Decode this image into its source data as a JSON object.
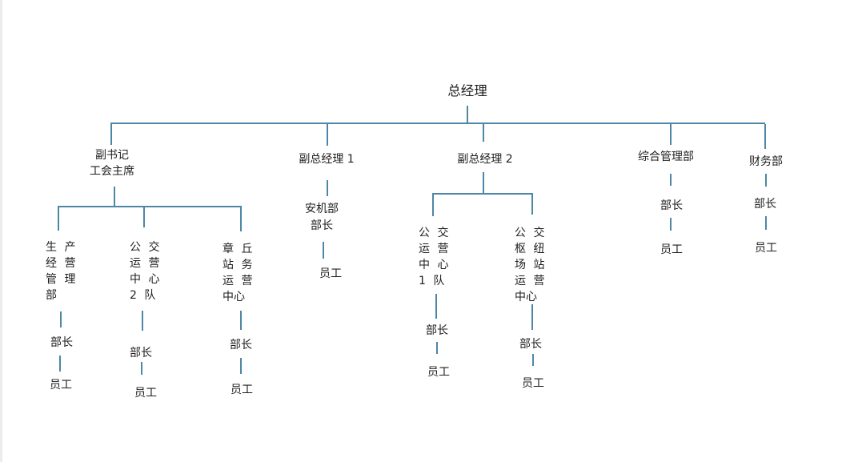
{
  "colors": {
    "connector": "#4e86a6",
    "text": "#1f1f1f",
    "background": "#ffffff"
  },
  "org": {
    "root": {
      "label": "总经理"
    },
    "branch1": {
      "head": "副书记\n工会主席",
      "children": [
        {
          "dept": "生 产\n经 营\n管 理\n部",
          "manager": "部长",
          "staff": "员工"
        },
        {
          "dept": "公 交\n运 营\n中 心\n2 队",
          "manager": "部长",
          "staff": "员工"
        },
        {
          "dept": "章 丘\n站 务\n运 营\n中心",
          "manager": "部长",
          "staff": "员工"
        }
      ]
    },
    "branch2": {
      "head": "副总经理 1",
      "dept": "安机部\n部长",
      "staff": "员工"
    },
    "branch3": {
      "head": "副总经理 2",
      "children": [
        {
          "dept": "公 交\n运 营\n中 心\n1 队",
          "manager": "部长",
          "staff": "员工"
        },
        {
          "dept": "公 交\n枢 纽\n场 站\n运 营\n中心",
          "manager": "部长",
          "staff": "员工"
        }
      ]
    },
    "branch4": {
      "head": "综合管理部",
      "manager": "部长",
      "staff": "员工"
    },
    "branch5": {
      "head": "财务部",
      "manager": "部长",
      "staff": "员工"
    }
  }
}
